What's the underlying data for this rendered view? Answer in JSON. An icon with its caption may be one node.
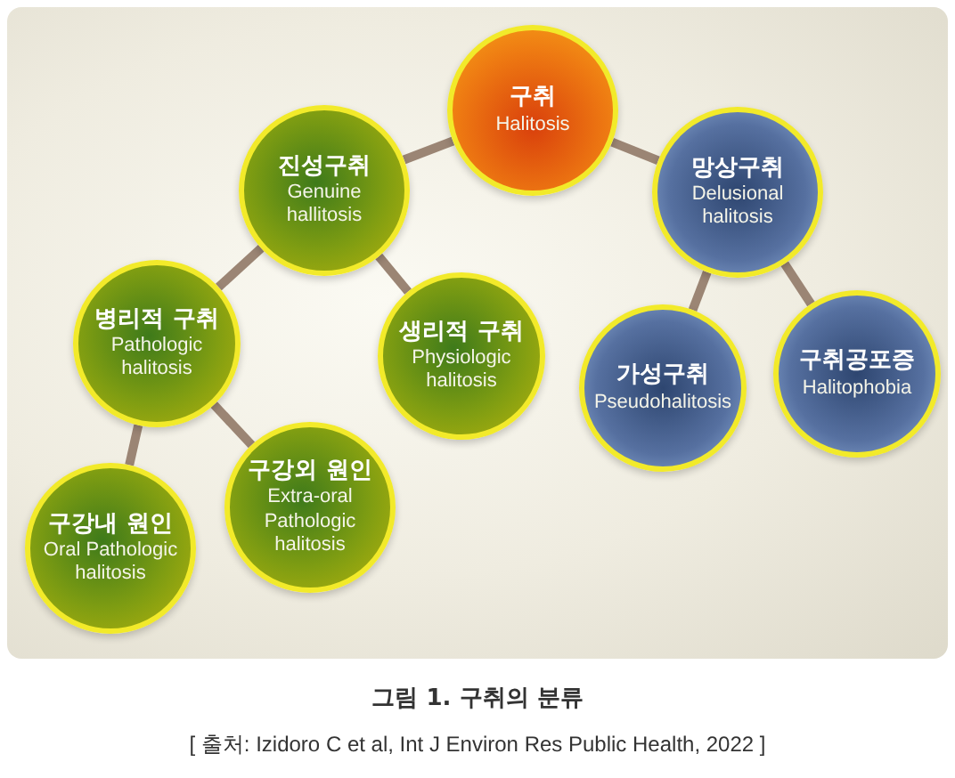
{
  "diagram": {
    "caption": "그림 1. 구취의 분류",
    "nodes": [
      {
        "text": [
          "구취",
          "Halitosis"
        ]
      },
      {
        "text": [
          "진성구취",
          "Genuine hallitosis"
        ]
      },
      {
        "text": [
          "망상구취",
          "Delusional halitosis"
        ]
      },
      {
        "text": [
          "병리적 구취",
          "Pathologic halitosis"
        ]
      },
      {
        "text": [
          "생리적 구취",
          "Physiologic halitosis"
        ]
      },
      {
        "text": [
          "가성구취",
          "Pseudohalitosis"
        ]
      },
      {
        "text": [
          "구취공포증",
          "Halitophobia"
        ]
      },
      {
        "text": [
          "구강내 원인",
          "Oral Pathologic halitosis"
        ]
      },
      {
        "text": [
          "구강외 원인",
          "Extra-oral Pathologic halitosis"
        ]
      }
    ],
    "edges": [
      {
        "from": 0,
        "to": 1,
        "arrow": "none"
      },
      {
        "from": 0,
        "to": 2,
        "arrow": "none"
      },
      {
        "from": 1,
        "to": 3,
        "arrow": "none"
      },
      {
        "from": 1,
        "to": 4,
        "arrow": "none"
      },
      {
        "from": 2,
        "to": 5,
        "arrow": "none"
      },
      {
        "from": 2,
        "to": 6,
        "arrow": "none"
      },
      {
        "from": 3,
        "to": 7,
        "arrow": "none"
      },
      {
        "from": 3,
        "to": 8,
        "arrow": "none"
      }
    ],
    "labels": [
      "[ 출처: Izidoro C et al, Int J Environ Res Public Health, 2022 ]"
    ]
  }
}
